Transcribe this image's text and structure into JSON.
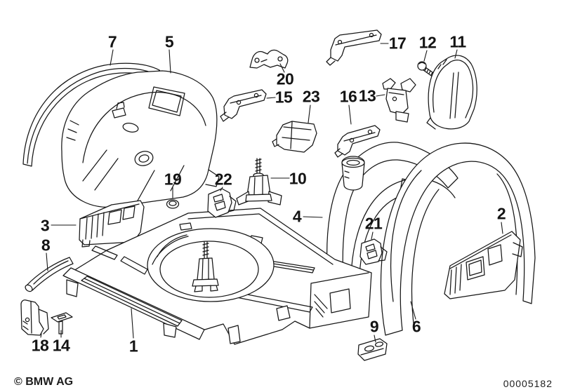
{
  "footer": {
    "copyright": "© BMW AG",
    "document_number": "00005182"
  },
  "callouts": [
    {
      "label": "7"
    },
    {
      "label": "5"
    },
    {
      "label": "17"
    },
    {
      "label": "12"
    },
    {
      "label": "11"
    },
    {
      "label": "20"
    },
    {
      "label": "15"
    },
    {
      "label": "23"
    },
    {
      "label": "16"
    },
    {
      "label": "13"
    },
    {
      "label": "19"
    },
    {
      "label": "22"
    },
    {
      "label": "10"
    },
    {
      "label": "4"
    },
    {
      "label": "3"
    },
    {
      "label": "8"
    },
    {
      "label": "2"
    },
    {
      "label": "21"
    },
    {
      "label": "6"
    },
    {
      "label": "9"
    },
    {
      "label": "1"
    },
    {
      "label": "18"
    },
    {
      "label": "14"
    }
  ]
}
